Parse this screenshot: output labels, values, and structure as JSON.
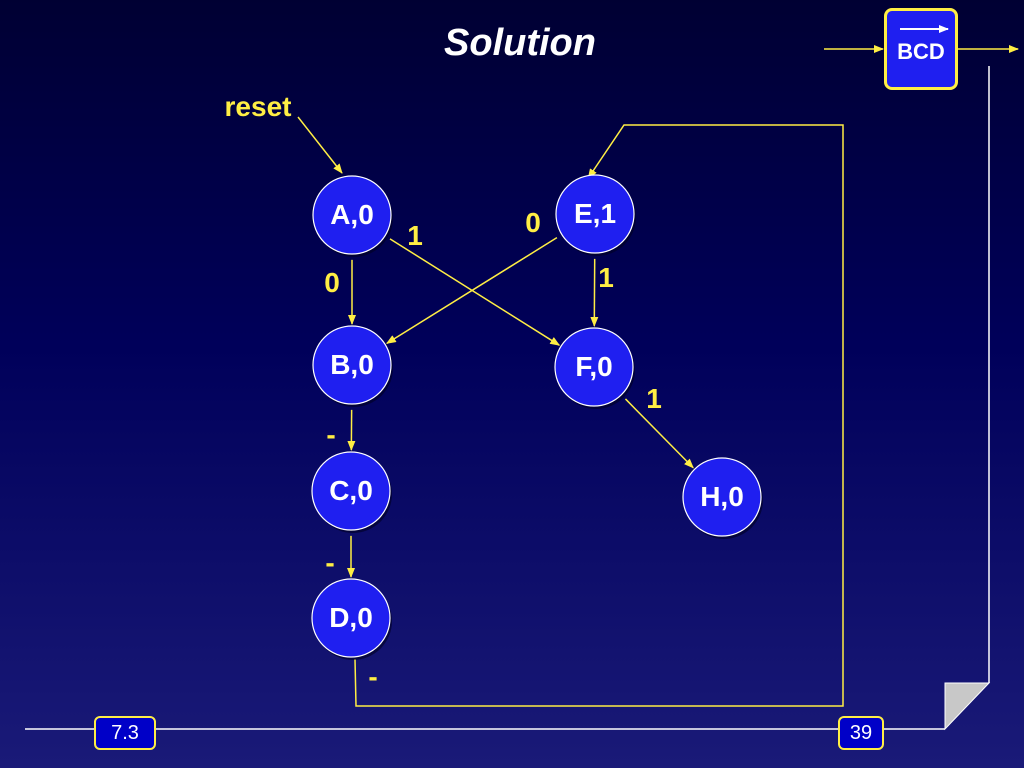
{
  "slide": {
    "title": "Solution",
    "section_number": "7.3",
    "page_number": "39"
  },
  "logo": {
    "label": "BCD",
    "icon": "right-arrow-icon"
  },
  "diagram": {
    "reset_label": "reset",
    "states": [
      {
        "id": "A",
        "label": "A,0"
      },
      {
        "id": "E",
        "label": "E,1"
      },
      {
        "id": "B",
        "label": "B,0"
      },
      {
        "id": "F",
        "label": "F,0"
      },
      {
        "id": "C",
        "label": "C,0"
      },
      {
        "id": "H",
        "label": "H,0"
      },
      {
        "id": "D",
        "label": "D,0"
      }
    ],
    "transitions": [
      {
        "from": "A",
        "to": "B",
        "label": "0"
      },
      {
        "from": "A",
        "to": "F",
        "label": "1"
      },
      {
        "from": "E",
        "to": "B",
        "label": "0"
      },
      {
        "from": "E",
        "to": "F",
        "label": "1"
      },
      {
        "from": "B",
        "to": "C",
        "label": "-"
      },
      {
        "from": "C",
        "to": "D",
        "label": "-"
      },
      {
        "from": "F",
        "to": "H",
        "label": "1"
      },
      {
        "from": "D",
        "to": "E",
        "label": "-"
      }
    ]
  },
  "colors": {
    "state_fill": "#1f1ff0",
    "edge": "#ffee44",
    "label_text": "#ffee44",
    "state_text": "#ffffff"
  }
}
